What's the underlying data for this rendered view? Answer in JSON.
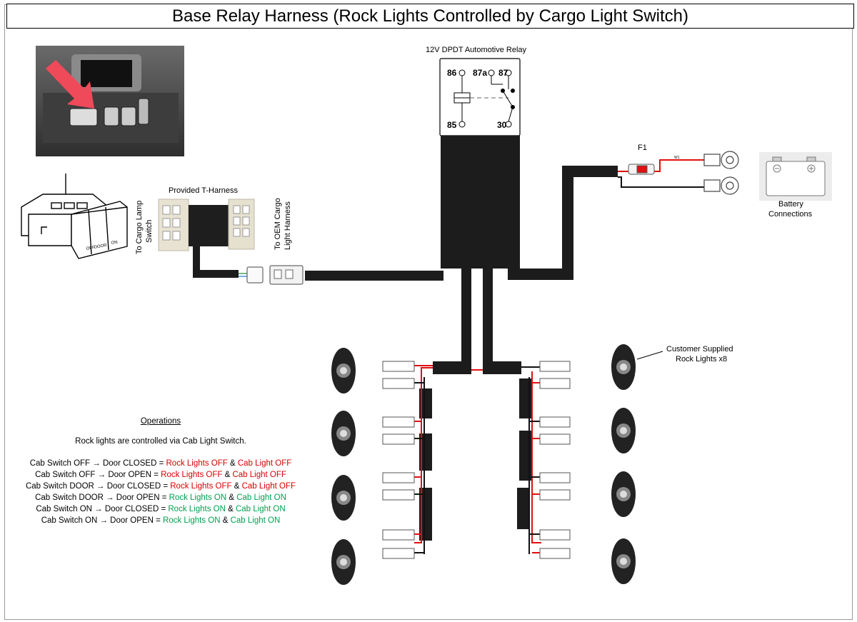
{
  "title": "Base Relay Harness (Rock Lights Controlled by Cargo Light Switch)",
  "relay": {
    "label": "12V DPDT Automotive Relay",
    "pins": [
      "86",
      "87a",
      "87",
      "85",
      "30"
    ]
  },
  "fuse": {
    "label": "F1",
    "wire_mark": "W1"
  },
  "battery": {
    "label_line1": "Battery",
    "label_line2": "Connections"
  },
  "t_harness": {
    "label": "Provided T-Harness",
    "left_label_line1": "To Cargo Lamp",
    "left_label_line2": "Switch",
    "right_label_line1": "To OEM Cargo",
    "right_label_line2": "Light Harness"
  },
  "switch_face": {
    "off": "OFF",
    "door": "DOOR",
    "on": "ON"
  },
  "rock_lights": {
    "label_line1": "Customer Supplied",
    "label_line2": "Rock Lights x8"
  },
  "operations": {
    "title": "Operations",
    "intro": "Rock lights are controlled via Cab Light Switch.",
    "rows": [
      {
        "state": "Cab Switch OFF → Door CLOSED = ",
        "rock": "Rock Lights OFF",
        "sep": " & ",
        "cab": "Cab Light OFF",
        "color": "red"
      },
      {
        "state": "Cab Switch OFF → Door OPEN = ",
        "rock": "Rock Lights OFF",
        "sep": " & ",
        "cab": "Cab Light OFF",
        "color": "red"
      },
      {
        "state": "Cab Switch DOOR → Door CLOSED = ",
        "rock": "Rock Lights OFF",
        "sep": " & ",
        "cab": "Cab Light OFF",
        "color": "red"
      },
      {
        "state": "Cab Switch DOOR → Door OPEN = ",
        "rock": "Rock Lights ON",
        "sep": " & ",
        "cab": "Cab Light ON",
        "color": "green"
      },
      {
        "state": "Cab Switch ON → Door CLOSED = ",
        "rock": "Rock Lights ON",
        "sep": " & ",
        "cab": "Cab Light ON",
        "color": "green"
      },
      {
        "state": "Cab Switch ON → Door OPEN = ",
        "rock": "Rock Lights ON",
        "sep": " & ",
        "cab": "Cab Light ON",
        "color": "green"
      }
    ]
  },
  "colors": {
    "wire_red": "#e01010",
    "wire_black": "#111111",
    "loom": "#1c1c1c",
    "text_red": "#d60000",
    "text_green": "#00a050"
  }
}
